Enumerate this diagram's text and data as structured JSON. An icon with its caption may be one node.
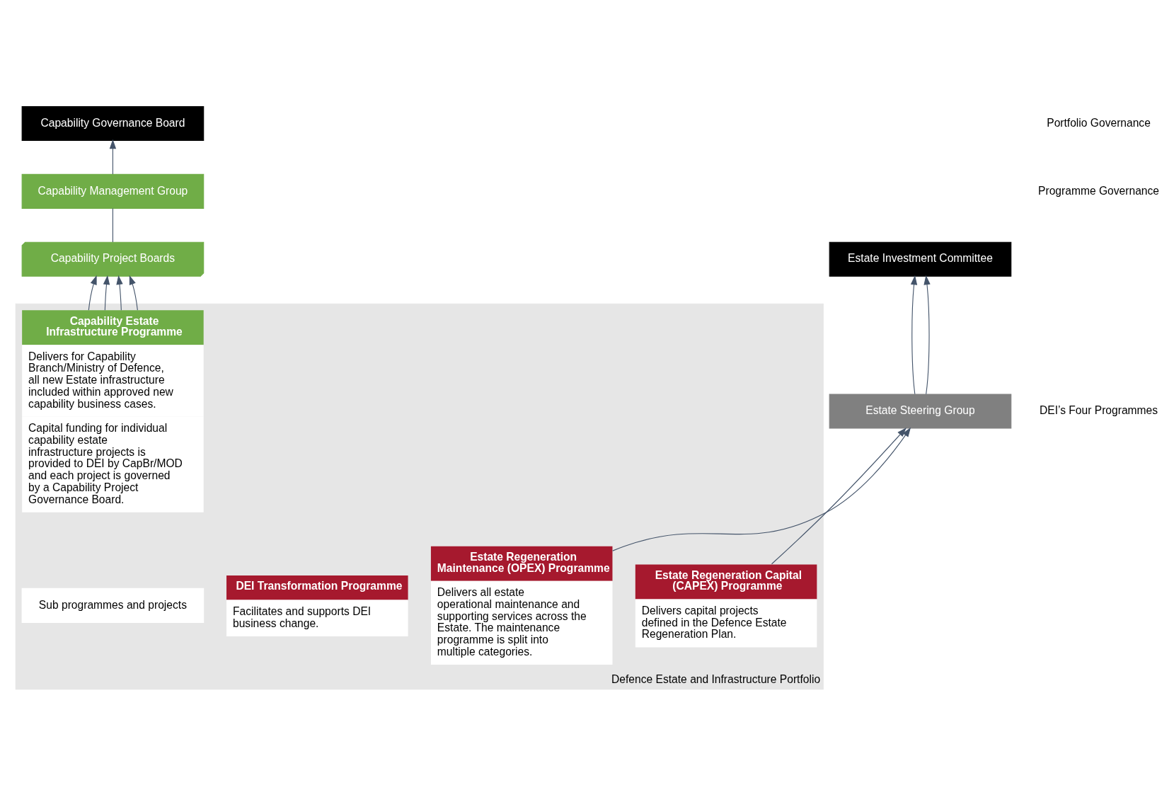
{
  "diagram": {
    "nodes": [
      {
        "text": [
          "Capability Governance Board"
        ]
      },
      {
        "text": [
          "Estate Investment Committee"
        ]
      },
      {
        "text": [
          "Capability Management Group"
        ]
      },
      {
        "text": [
          "Estate Steering Group"
        ]
      },
      {
        "text": [
          "Capability Project Boards"
        ]
      },
      {
        "text": [
          "Defence Estate and Infrastructure Portfolio"
        ]
      },
      {
        "text": [
          "Capability Estate Infrastructure Programme",
          "Delivers for Capability Branch/Ministry of Defence, all new Estate infrastructure included within approved new capability business cases.",
          "Capital funding for individual capability estate infrastructure projects is provided to DEI by CapBr/MOD and each project is governed by a Capability Project Governance Board."
        ],
        "in": 5
      },
      {
        "text": [
          "Estate Regeneration Capital (CAPEX) Programme",
          "Delivers capital projects defined in the Defence Estate Regeneration Plan."
        ],
        "in": 5
      },
      {
        "text": [
          "Estate Regeneration Maintenance (OPEX) Programme",
          "Delivers all estate operational maintenance and supporting services across the Estate. The maintenance programme is split into multiple categories."
        ],
        "in": 5
      },
      {
        "text": [
          "DEI Transformation Programme",
          "Facilitates and supports DEI business change."
        ],
        "in": 5
      },
      {
        "text": [
          "Sub programmes and projects"
        ],
        "in": 5
      }
    ],
    "edges": [
      {
        "from": 2,
        "to": 0,
        "arrow": "to"
      },
      {
        "from": 3,
        "to": 1,
        "arrow": "to"
      },
      {
        "from": 3,
        "to": 1,
        "arrow": "to"
      },
      {
        "from": 4,
        "to": 2,
        "arrow": "none"
      },
      {
        "from": 7,
        "to": 3,
        "arrow": "to"
      },
      {
        "from": 8,
        "to": 3,
        "arrow": "to"
      },
      {
        "from": 6,
        "to": 4,
        "arrow": "to"
      },
      {
        "from": 6,
        "to": 4,
        "arrow": "to"
      },
      {
        "from": 6,
        "to": 4,
        "arrow": "to"
      },
      {
        "from": 6,
        "to": 4,
        "arrow": "to"
      }
    ],
    "labels": [
      "Portfolio Governance",
      "Programme Governance",
      "DEI’s Four Programmes"
    ]
  }
}
